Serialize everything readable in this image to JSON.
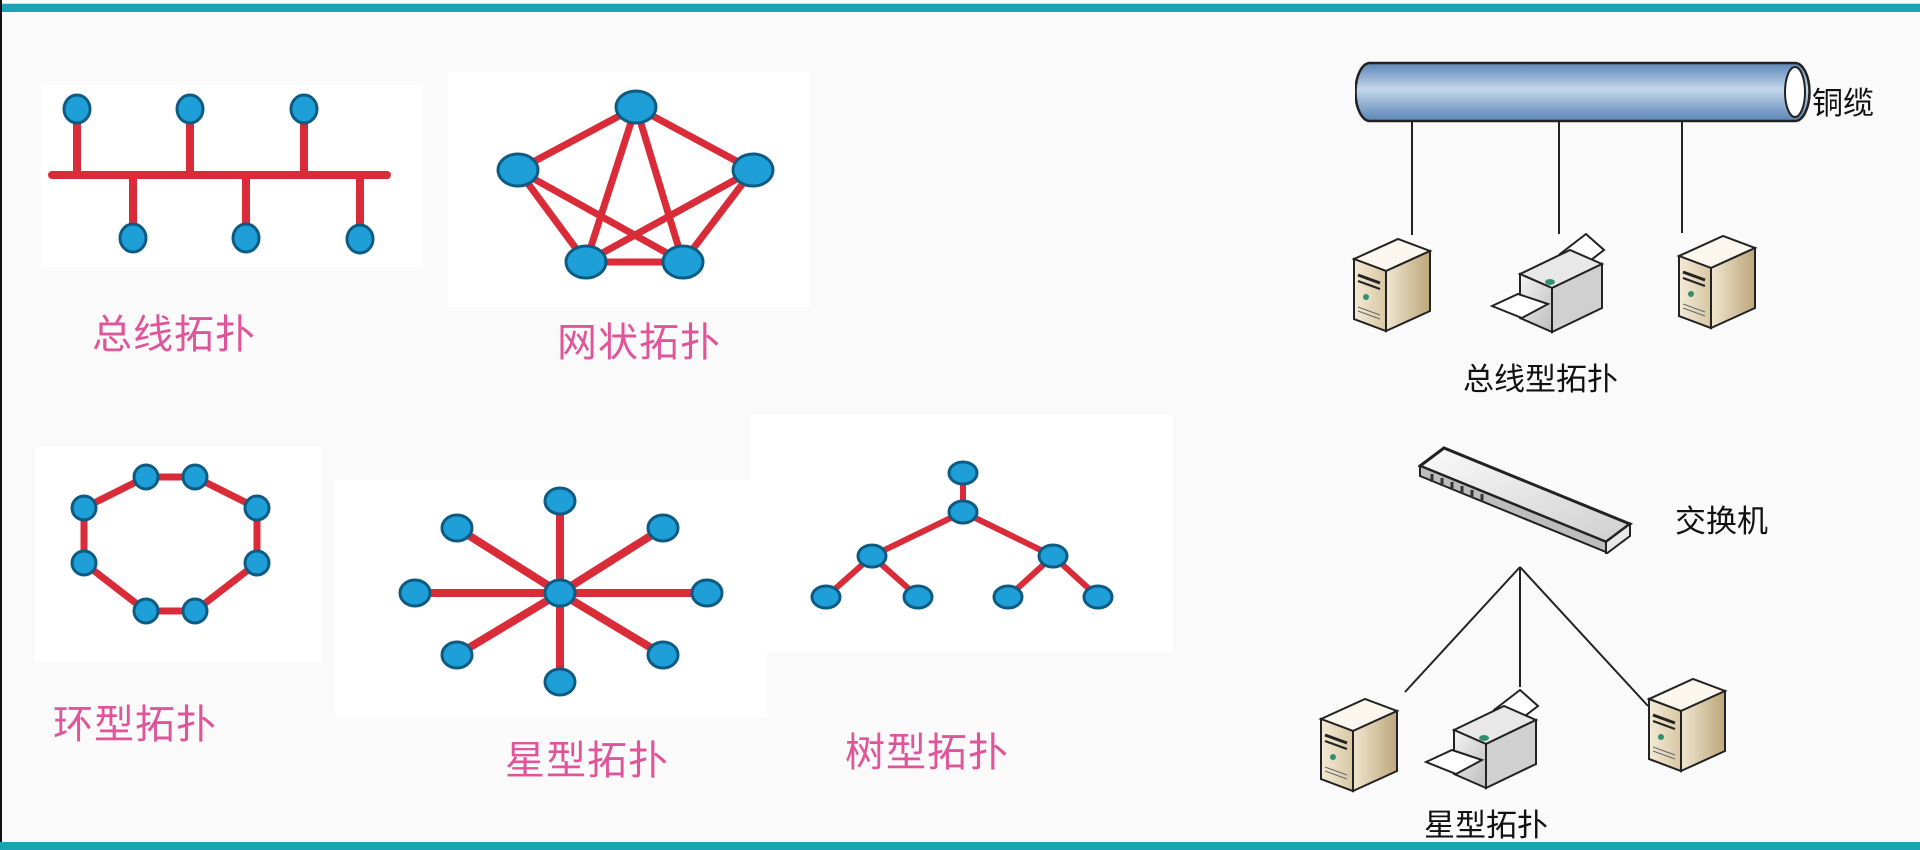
{
  "colors": {
    "accent_bar": "#1aa3b3",
    "link_red": "#e0303c",
    "node_blue": "#1f9fd8",
    "label_pink": "#e0559a",
    "cable_blue": "#7fa8d4"
  },
  "left_diagrams": {
    "bus": {
      "label": "总线拓扑",
      "node_count": 6
    },
    "mesh": {
      "label": "网状拓扑",
      "node_count": 5
    },
    "ring": {
      "label": "环型拓扑",
      "node_count": 8
    },
    "star": {
      "label": "星型拓扑",
      "node_count": 9
    },
    "tree": {
      "label": "树型拓扑",
      "node_count": 8
    }
  },
  "right_diagrams": {
    "bus_type": {
      "cable_label": "铜缆",
      "caption": "总线型拓扑",
      "devices": [
        "computer",
        "printer",
        "computer"
      ]
    },
    "star_type": {
      "switch_label": "交换机",
      "caption": "星型拓扑",
      "devices": [
        "computer",
        "printer",
        "computer"
      ]
    }
  }
}
